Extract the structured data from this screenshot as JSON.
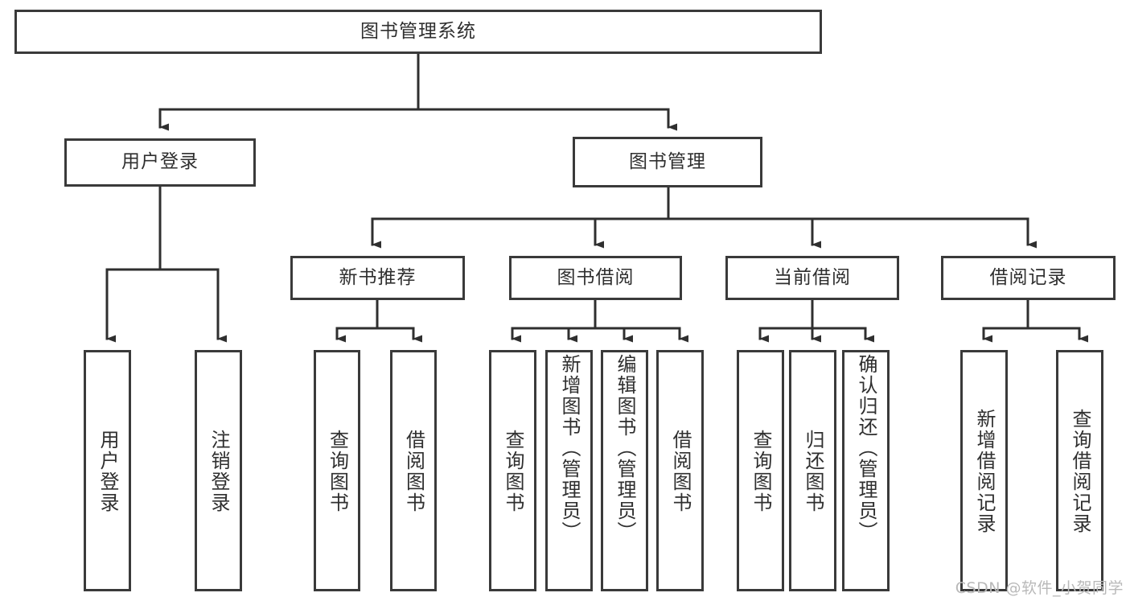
{
  "diagram": {
    "title": "图书管理系统",
    "type": "tree-hierarchy-chart",
    "root": {
      "id": "root",
      "label": "图书管理系统"
    },
    "level2": [
      {
        "id": "user-login",
        "label": "用户登录"
      },
      {
        "id": "book-manage",
        "label": "图书管理"
      }
    ],
    "level3": [
      {
        "id": "new-book-recommend",
        "label": "新书推荐",
        "parent": "book-manage"
      },
      {
        "id": "book-borrow",
        "label": "图书借阅",
        "parent": "book-manage"
      },
      {
        "id": "current-borrow",
        "label": "当前借阅",
        "parent": "book-manage"
      },
      {
        "id": "borrow-record",
        "label": "借阅记录",
        "parent": "book-manage"
      }
    ],
    "leaves": [
      {
        "id": "leaf-user-login",
        "label": "用户登录",
        "parent": "user-login"
      },
      {
        "id": "leaf-logout-login",
        "label": "注销登录",
        "parent": "user-login"
      },
      {
        "id": "leaf-query-book-1",
        "label": "查询图书",
        "parent": "new-book-recommend"
      },
      {
        "id": "leaf-borrow-book-1",
        "label": "借阅图书",
        "parent": "new-book-recommend"
      },
      {
        "id": "leaf-query-book-2",
        "label": "查询图书",
        "parent": "book-borrow"
      },
      {
        "id": "leaf-add-book",
        "label": "新增图书（管理员）",
        "parent": "book-borrow"
      },
      {
        "id": "leaf-edit-book",
        "label": "编辑图书（管理员）",
        "parent": "book-borrow"
      },
      {
        "id": "leaf-borrow-book-2",
        "label": "借阅图书",
        "parent": "book-borrow"
      },
      {
        "id": "leaf-query-book-3",
        "label": "查询图书",
        "parent": "current-borrow"
      },
      {
        "id": "leaf-return-book",
        "label": "归还图书",
        "parent": "current-borrow"
      },
      {
        "id": "leaf-confirm-return",
        "label": "确认归还（管理员）",
        "parent": "current-borrow"
      },
      {
        "id": "leaf-add-record",
        "label": "新增借阅记录",
        "parent": "borrow-record"
      },
      {
        "id": "leaf-query-record",
        "label": "查询借阅记录",
        "parent": "borrow-record"
      }
    ]
  },
  "watermark": {
    "text": "CSDN @软件_小贺同学"
  },
  "colors": {
    "stroke": "#3a3a3a",
    "text": "#2f2f2f",
    "background": "#ffffff",
    "watermark": "#b9b9b9"
  }
}
